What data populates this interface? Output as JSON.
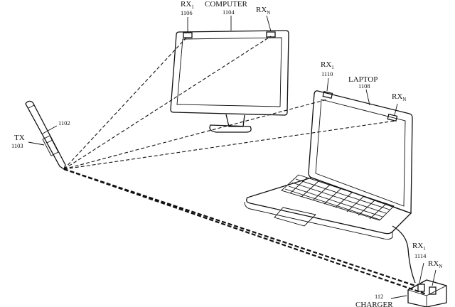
{
  "labels": {
    "computer": {
      "text": "COMPUTER",
      "num": "1104"
    },
    "computer_rx1": {
      "main": "RX",
      "sub": "1",
      "num": "1106"
    },
    "computer_rxn": {
      "main": "RX",
      "sub": "N"
    },
    "laptop": {
      "text": "LAPTOP",
      "num": "1108"
    },
    "laptop_rx1": {
      "main": "RX",
      "sub": "1",
      "num": "1110"
    },
    "laptop_rxn": {
      "main": "RX",
      "sub": "N"
    },
    "stylus": {
      "num": "1102"
    },
    "tx": {
      "text": "TX",
      "num": "1103"
    },
    "charger_rx1": {
      "main": "RX",
      "sub": "1",
      "num": "1114"
    },
    "charger_rxn": {
      "main": "RX",
      "sub": "N"
    },
    "charger": {
      "num": "112",
      "text": "CHARGER"
    }
  }
}
